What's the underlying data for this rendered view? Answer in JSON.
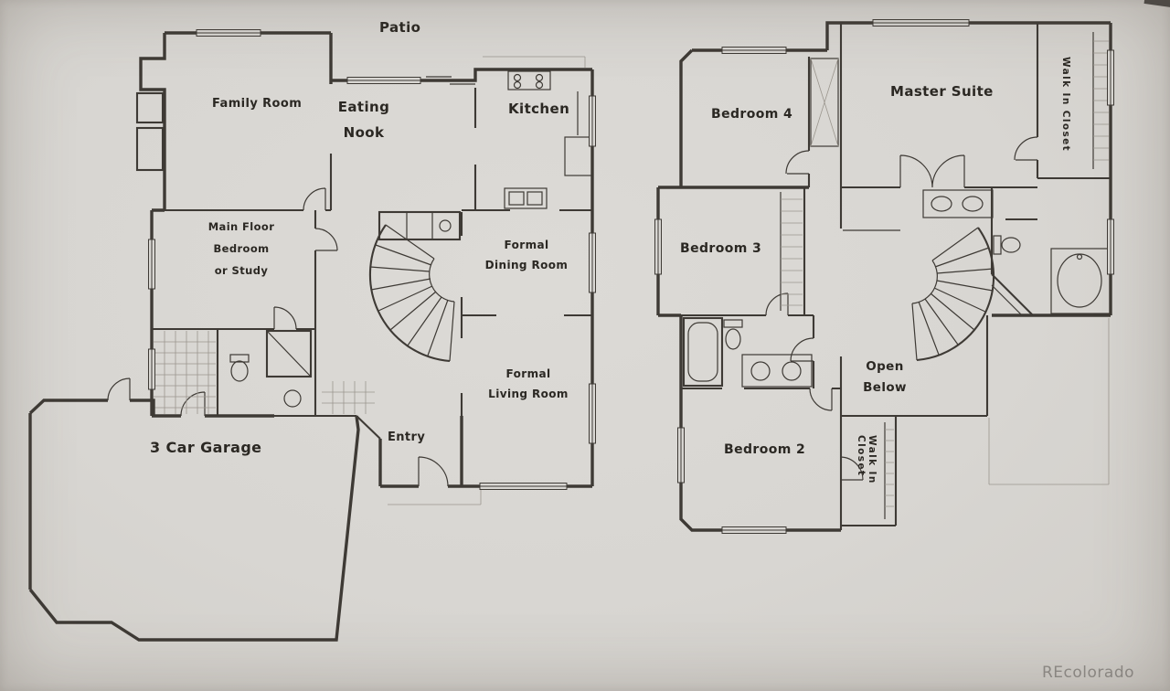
{
  "meta": {
    "description": "Scanned two-story residential floor plan",
    "watermark": "REcolorado",
    "colors": {
      "paper": "#d8d6d2",
      "wall": "#3e3a35",
      "text": "#2b2823",
      "watermark": "#8f8c88"
    }
  },
  "floor1": {
    "labels": {
      "patio": "Patio",
      "family_room": "Family Room",
      "eating_nook_1": "Eating",
      "eating_nook_2": "Nook",
      "kitchen": "Kitchen",
      "main_bedroom_1": "Main Floor Bedroom",
      "main_bedroom_2": "or Study",
      "dining_1": "Formal",
      "dining_2": "Dining Room",
      "living_1": "Formal",
      "living_2": "Living Room",
      "entry": "Entry",
      "garage": "3 Car Garage"
    }
  },
  "floor2": {
    "labels": {
      "bedroom4": "Bedroom 4",
      "master_suite": "Master Suite",
      "walk_in_closet_master": "Walk In Closet",
      "bedroom3": "Bedroom 3",
      "open_below_1": "Open",
      "open_below_2": "Below",
      "bedroom2": "Bedroom 2",
      "walk_in_closet_2": "Walk In Closet"
    }
  }
}
